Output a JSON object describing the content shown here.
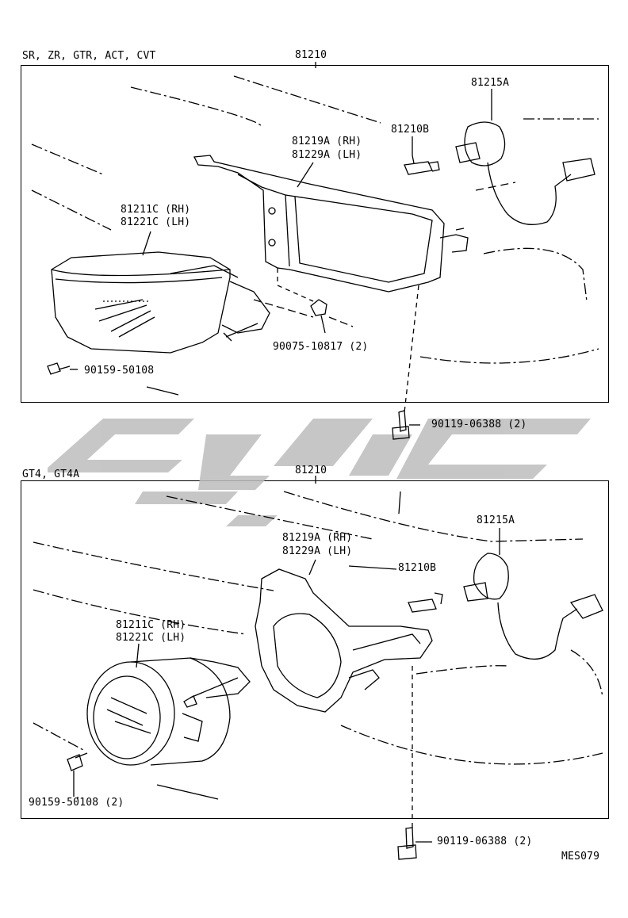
{
  "diagram": {
    "top": {
      "variant_label": "SR, ZR, GTR, ACT, CVT",
      "assembly_part": "81210",
      "socket_part": "81215A",
      "bulb_part": "81210B",
      "bracket_rh": "81219A (RH)",
      "bracket_lh": "81229A (LH)",
      "lamp_rh": "81211C (RH)",
      "lamp_lh": "81221C (LH)",
      "nut_part": "90075-10817 (2)",
      "screw_part": "90159-50108",
      "bolt_part": "90119-06388 (2)"
    },
    "bottom": {
      "variant_label": "GT4, GT4A",
      "assembly_part": "81210",
      "socket_part": "81215A",
      "bulb_part": "81210B",
      "bracket_rh": "81219A (RH)",
      "bracket_lh": "81229A (LH)",
      "lamp_rh": "81211C (RH)",
      "lamp_lh": "81221C (LH)",
      "screw_part": "90159-50108 (2)",
      "bolt_part": "90119-06388 (2)"
    },
    "drawing_code": "MES079",
    "watermark_color": "#bdbdbd"
  }
}
